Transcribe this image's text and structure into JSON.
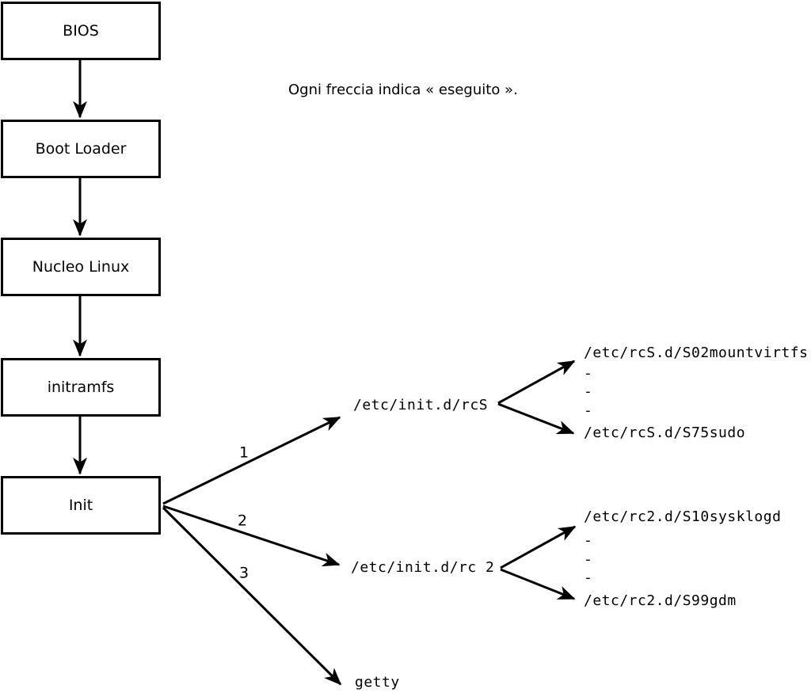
{
  "caption": "Ogni freccia indica « eseguito ».",
  "boot_sequence": {
    "boxes": [
      {
        "label": "BIOS"
      },
      {
        "label": "Boot Loader"
      },
      {
        "label": "Nucleo Linux"
      },
      {
        "label": "initramfs"
      },
      {
        "label": "Init"
      }
    ]
  },
  "init_branches": [
    {
      "number": "1",
      "target": "/etc/init.d/rcS",
      "scripts": [
        "/etc/rcS.d/S02mountvirtfs",
        "-",
        "-",
        "-",
        "/etc/rcS.d/S75sudo"
      ]
    },
    {
      "number": "2",
      "target": "/etc/init.d/rc 2",
      "scripts": [
        "/etc/rc2.d/S10sysklogd",
        "-",
        "-",
        "-",
        "/etc/rc2.d/S99gdm"
      ]
    },
    {
      "number": "3",
      "target": "getty",
      "scripts": []
    }
  ],
  "colors": {
    "line": "#000000",
    "box_fill": "#ffffff",
    "background": "#ffffff",
    "text": "#000000"
  }
}
